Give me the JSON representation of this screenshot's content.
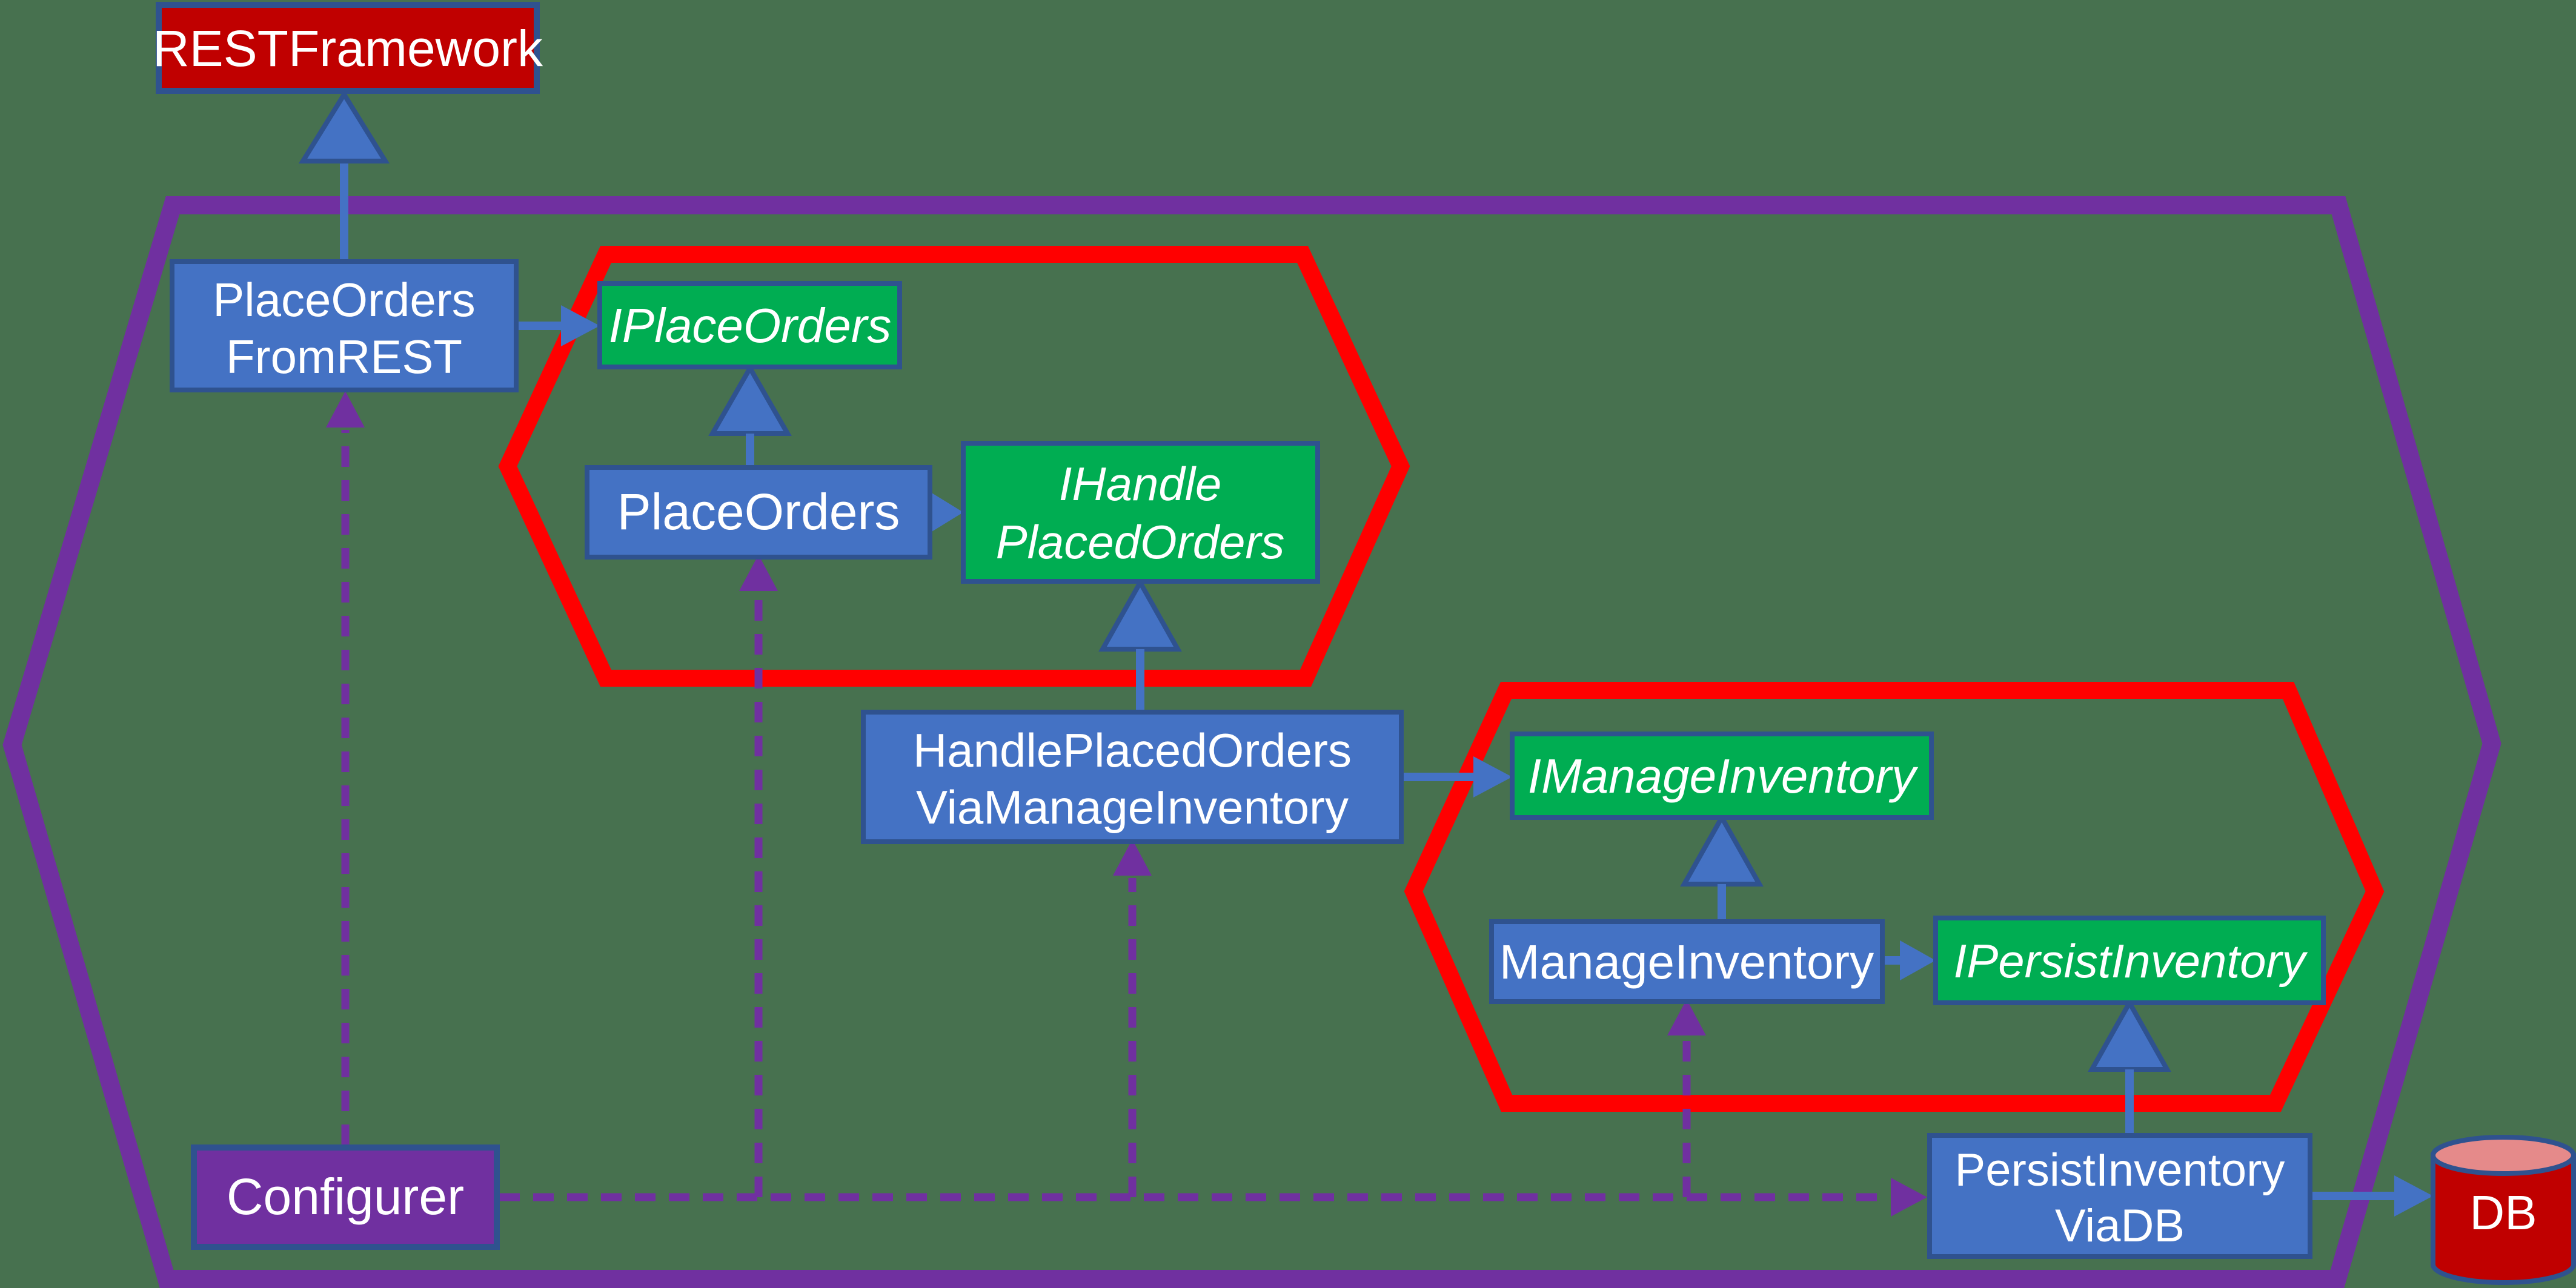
{
  "background_color": "#47714F",
  "colors": {
    "component_fill": "#4472C4",
    "interface_fill": "#00AD52",
    "framework_fill": "#C00000",
    "configurer_fill": "#7030A0",
    "db_body_fill": "#C00000",
    "db_top_fill": "#E58A8A",
    "shape_border": "#2F528F",
    "outer_hexagon_stroke": "#7030A0",
    "inner_hexagon_stroke": "#FF0000",
    "solid_arrow_color": "#4472C4",
    "dashed_arrow_color": "#7030A0",
    "text_color": "#FFFFFF"
  },
  "nodes": {
    "rest_framework": {
      "label": "RESTFramework"
    },
    "place_orders_from_rest": {
      "line1": "PlaceOrders",
      "line2": "FromREST"
    },
    "i_place_orders": {
      "label": "IPlaceOrders"
    },
    "place_orders": {
      "label": "PlaceOrders"
    },
    "i_handle_placed_orders": {
      "line1": "IHandle",
      "line2": "PlacedOrders"
    },
    "handle_placed_orders_via_manage_inventory": {
      "line1": "HandlePlacedOrders",
      "line2": "ViaManageInventory"
    },
    "i_manage_inventory": {
      "label": "IManageInventory"
    },
    "manage_inventory": {
      "label": "ManageInventory"
    },
    "i_persist_inventory": {
      "label": "IPersistInventory"
    },
    "persist_inventory_via_db": {
      "line1": "PersistInventory",
      "line2": "ViaDB"
    },
    "configurer": {
      "label": "Configurer"
    },
    "db": {
      "label": "DB"
    }
  },
  "edges": [
    {
      "from": "place_orders_from_rest",
      "to": "rest_framework",
      "type": "generalization-triangle"
    },
    {
      "from": "place_orders_from_rest",
      "to": "i_place_orders",
      "type": "solid-arrow"
    },
    {
      "from": "place_orders",
      "to": "i_place_orders",
      "type": "generalization-triangle"
    },
    {
      "from": "place_orders",
      "to": "i_handle_placed_orders",
      "type": "solid-arrow"
    },
    {
      "from": "handle_placed_orders_via_manage_inventory",
      "to": "i_handle_placed_orders",
      "type": "generalization-triangle"
    },
    {
      "from": "handle_placed_orders_via_manage_inventory",
      "to": "i_manage_inventory",
      "type": "solid-arrow"
    },
    {
      "from": "manage_inventory",
      "to": "i_manage_inventory",
      "type": "generalization-triangle"
    },
    {
      "from": "manage_inventory",
      "to": "i_persist_inventory",
      "type": "solid-arrow"
    },
    {
      "from": "persist_inventory_via_db",
      "to": "i_persist_inventory",
      "type": "generalization-triangle"
    },
    {
      "from": "persist_inventory_via_db",
      "to": "db",
      "type": "solid-arrow"
    },
    {
      "from": "configurer",
      "to": "place_orders_from_rest",
      "type": "dashed-arrow"
    },
    {
      "from": "configurer",
      "to": "place_orders",
      "type": "dashed-arrow"
    },
    {
      "from": "configurer",
      "to": "handle_placed_orders_via_manage_inventory",
      "type": "dashed-arrow"
    },
    {
      "from": "configurer",
      "to": "manage_inventory",
      "type": "dashed-arrow"
    },
    {
      "from": "configurer",
      "to": "persist_inventory_via_db",
      "type": "dashed-arrow"
    }
  ]
}
